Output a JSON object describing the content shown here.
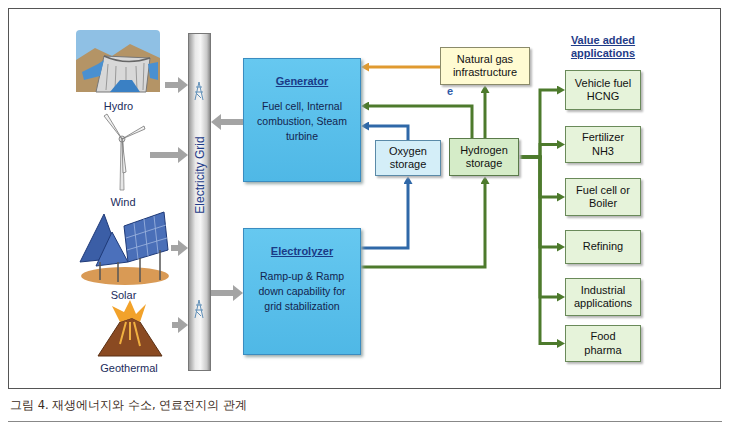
{
  "diagram": {
    "caption": "그림 4. 재생에너지와 수소, 연료전지의 관계",
    "nodes": [
      {
        "text": [
          "Hydro"
        ]
      },
      {
        "text": [
          "Wind"
        ]
      },
      {
        "text": [
          "Solar"
        ]
      },
      {
        "text": [
          "Geothermal"
        ]
      },
      {
        "text": [
          "Electricity Grid"
        ]
      },
      {
        "text": [
          "Generator",
          "Fuel cell, Internal combustion, Steam turbine"
        ]
      },
      {
        "text": [
          "Electrolyzer",
          "Ramp-up & Ramp down capability for grid stabilization"
        ]
      },
      {
        "text": [
          "Natural gas infrastructure"
        ]
      },
      {
        "text": [
          "Oxygen storage"
        ]
      },
      {
        "text": [
          "Hydrogen storage"
        ]
      },
      {
        "text": [
          "Vehicle fuel HCNG"
        ]
      },
      {
        "text": [
          "Fertilizer NH3"
        ]
      },
      {
        "text": [
          "Fuel cell or Boiler"
        ]
      },
      {
        "text": [
          "Refining"
        ]
      },
      {
        "text": [
          "Industrial applications"
        ]
      },
      {
        "text": [
          "Food pharma"
        ]
      }
    ],
    "edges": [
      {
        "from": 0,
        "to": 4,
        "arrow": "to"
      },
      {
        "from": 1,
        "to": 4,
        "arrow": "to"
      },
      {
        "from": 2,
        "to": 4,
        "arrow": "to"
      },
      {
        "from": 3,
        "to": 4,
        "arrow": "to"
      },
      {
        "from": 5,
        "to": 4,
        "arrow": "to"
      },
      {
        "from": 4,
        "to": 6,
        "arrow": "to"
      },
      {
        "from": 7,
        "to": 5,
        "arrow": "to"
      },
      {
        "from": 6,
        "to": 8,
        "arrow": "to"
      },
      {
        "from": 8,
        "to": 5,
        "arrow": "to"
      },
      {
        "from": 6,
        "to": 9,
        "arrow": "to"
      },
      {
        "from": 9,
        "to": 7,
        "arrow": "to"
      },
      {
        "from": 9,
        "to": 5,
        "arrow": "to"
      },
      {
        "from": 9,
        "to": 10,
        "arrow": "to"
      },
      {
        "from": 9,
        "to": 11,
        "arrow": "to"
      },
      {
        "from": 9,
        "to": 12,
        "arrow": "to"
      },
      {
        "from": 9,
        "to": 13,
        "arrow": "to"
      },
      {
        "from": 9,
        "to": 14,
        "arrow": "to"
      },
      {
        "from": 9,
        "to": 15,
        "arrow": "to"
      }
    ],
    "labels": [
      "e",
      "Value added applications"
    ]
  }
}
